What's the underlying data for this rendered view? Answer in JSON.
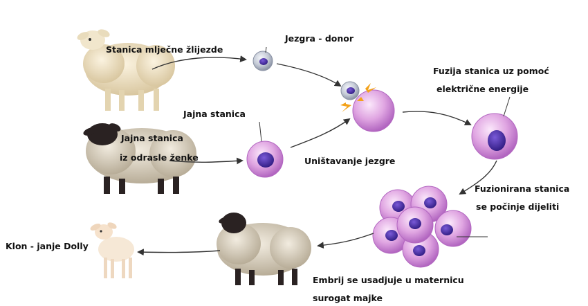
{
  "labels": {
    "stanica_mlijecne": "Stanica mlječne žlijezde",
    "jezgra_donor": "Jezgra - donor",
    "fuzija_line1": "Fuzija stanica uz pomoć",
    "fuzija_line2": "električne energije",
    "jajna_stanica": "Jajna stanica",
    "jajna_odrasle_line1": "Jajna stanica",
    "jajna_odrasle_line2": "iz odrasle ženke",
    "unistavanje": "Uništavanje jezgre",
    "fuzionirana_line1": "Fuzionirana stanica",
    "fuzionirana_line2": "se počinje dijeliti",
    "klon": "Klon - janje Dolly",
    "embrij_line1": "Embrij se usadjuje u maternicu",
    "embrij_line2": "surogat majke"
  },
  "colors": {
    "arrow": "#333333",
    "cell_pink": "#e8c0e6",
    "cell_purple": "#b878c8",
    "nucleus": "#4a2a9a",
    "white_sheep": "#efe2c4",
    "black_face": "#2a2222",
    "spark": "#f3a21a"
  }
}
